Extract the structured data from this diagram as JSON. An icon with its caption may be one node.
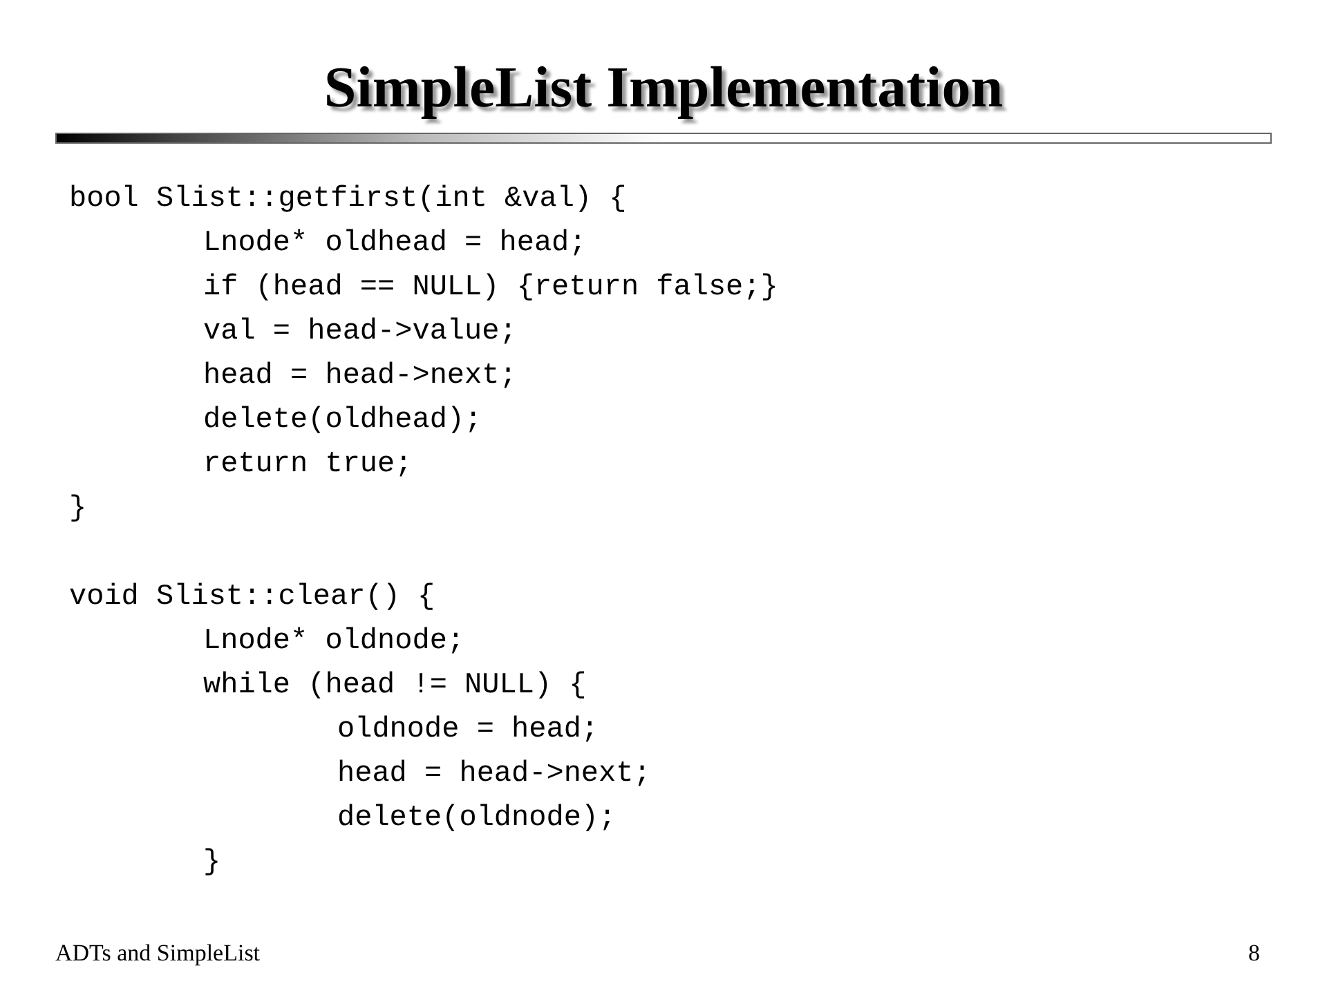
{
  "diagram": {
    "title": "SimpleList Implementation",
    "labels": [
      "bool Slist::getfirst(int &val) {",
      "Lnode* oldhead = head;",
      "if (head == NULL) {return false;}",
      "val = head->value;",
      "head = head->next;",
      "delete(oldhead);",
      "return true;",
      "}",
      "void Slist::clear() {",
      "Lnode* oldnode;",
      "while (head != NULL) {",
      "oldnode = head;",
      "head = head->next;",
      "delete(oldnode);",
      "}",
      "ADTs and SimpleList",
      "8"
    ]
  }
}
